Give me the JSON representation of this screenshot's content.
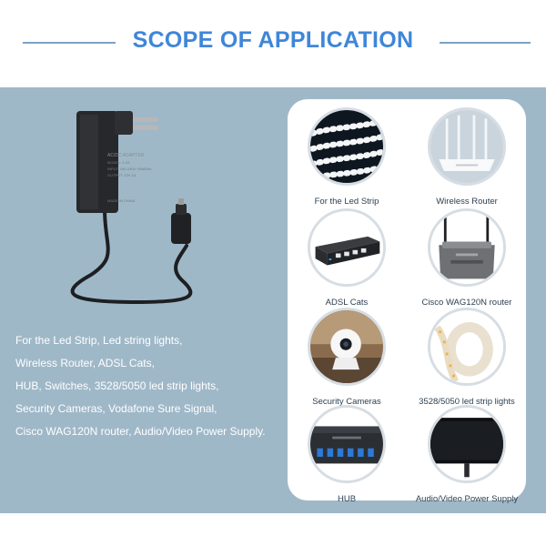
{
  "header": {
    "title": "SCOPE OF APPLICATION"
  },
  "description": {
    "lines": [
      "For the Led Strip, Led string lights,",
      "Wireless Router, ADSL Cats,",
      "HUB, Switches, 3528/5050 led strip lights,",
      "Security Cameras, Vodafone Sure Signal,",
      "Cisco WAG120N router, Audio/Video Power Supply."
    ]
  },
  "adapter_label": {
    "lines": [
      "AC/DC ADAPTER",
      "MODEL: 1-03",
      "INPUT: 100-240V~50/60Hz",
      "OUTPUT: 12V 1A",
      "MADE IN CHINA"
    ]
  },
  "applications": [
    {
      "label": "For the Led Strip",
      "icon": "led-strip-icon"
    },
    {
      "label": "Wireless Router",
      "icon": "wireless-router-icon"
    },
    {
      "label": "ADSL Cats",
      "icon": "network-switch-icon"
    },
    {
      "label": "Cisco WAG120N router",
      "icon": "cisco-router-icon"
    },
    {
      "label": "Security Cameras",
      "icon": "security-camera-icon"
    },
    {
      "label": "3528/5050 led strip lights",
      "icon": "led-reel-icon"
    },
    {
      "label": "HUB",
      "icon": "usb-hub-icon"
    },
    {
      "label": "Audio/Video Power Supply",
      "icon": "monitor-icon"
    }
  ],
  "colors": {
    "accent": "#3f86d8",
    "band": "#9fb8c8",
    "card": "#ffffff",
    "rule": "#7ea2c6"
  }
}
